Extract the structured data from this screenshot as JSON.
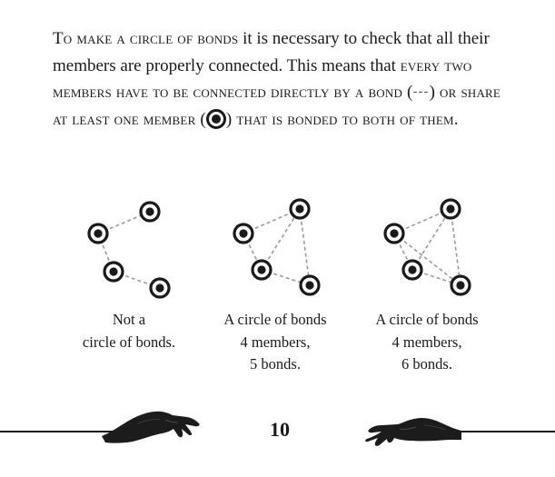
{
  "intro": {
    "p1": "To make a circle of bonds",
    "p2": " it is necessary to check that all their members are properly connected. This means that ",
    "p3": "every two members have to be connected directly by a bond (",
    "bond_symbol": "---",
    "p4": ") or share at least one member (",
    "p5": ") that is bonded to both of them."
  },
  "diagrams": [
    {
      "caption": [
        "Not a",
        "circle of bonds."
      ]
    },
    {
      "caption": [
        "A circle of bonds",
        "4 members,",
        "5 bonds."
      ]
    },
    {
      "caption": [
        "A circle of bonds",
        "4 members,",
        "6 bonds."
      ]
    }
  ],
  "page_number": "10",
  "colors": {
    "ink": "#1a1a1a",
    "bond": "#9a9a9a"
  },
  "icons": [
    "member-node-icon",
    "left-hand-icon",
    "right-hand-icon"
  ]
}
